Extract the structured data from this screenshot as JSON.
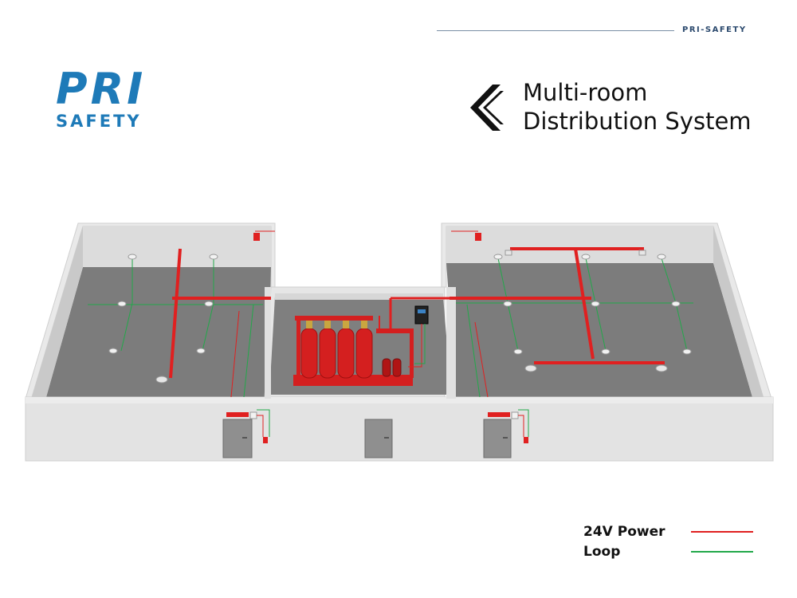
{
  "header": {
    "brand_small": "PRI-SAFETY"
  },
  "logo": {
    "line1": "PRI",
    "line2": "SAFETY",
    "color": "#1e7ab8"
  },
  "title": {
    "line1": "Multi-room",
    "line2": "Distribution System"
  },
  "legend": [
    {
      "label": "24V Power",
      "color": "#e02020"
    },
    {
      "label": "Loop",
      "color": "#22a84a"
    }
  ],
  "colors": {
    "power": "#e02020",
    "loop": "#22a84a",
    "floor": "#7b7b7b",
    "wall": "#d9d9d9",
    "cylinder": "#d41f1f"
  },
  "diagram": {
    "rooms": [
      "left-protected-room",
      "cylinder-room",
      "right-protected-room"
    ],
    "cylinder_count": 4,
    "small_cylinder_count": 2,
    "door_count": 3
  }
}
